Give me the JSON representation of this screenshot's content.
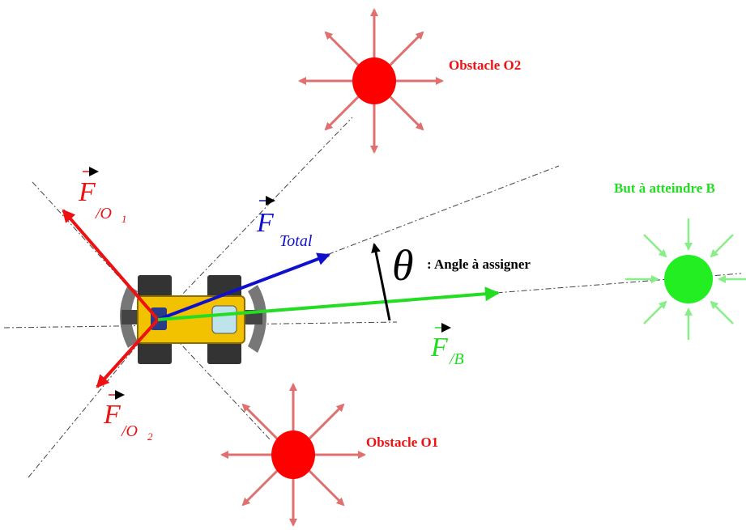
{
  "colors": {
    "obstacle": "#ff0000",
    "obstacle_rays": "#e07070",
    "goal": "#22ee22",
    "goal_rays": "#88ee88",
    "force_obstacle": "#ee1111",
    "force_total": "#1010cc",
    "force_goal": "#22dd22",
    "robot_body": "#f2c200",
    "robot_wheel": "#333333",
    "robot_bumper": "#777777",
    "robot_window": "#bfe3ea",
    "dashed_line": "#444444",
    "text_dark": "#000000"
  },
  "labels": {
    "obstacle_o2": "Obstacle O2",
    "obstacle_o1": "Obstacle O1",
    "goal": "But à atteindre B",
    "angle_symbol": "θ",
    "angle_text": ": Angle à assigner"
  },
  "vectors": {
    "f_o1": {
      "name": "F",
      "sub": "/O",
      "subsub": "1"
    },
    "f_o2": {
      "name": "F",
      "sub": "/O",
      "subsub": "2"
    },
    "f_total": {
      "name": "F",
      "sub": "Total"
    },
    "f_b": {
      "name": "F",
      "sub": "/B"
    }
  },
  "icons": {
    "obstacle": "repulsive-point-icon",
    "goal": "attractive-point-icon",
    "robot": "mobile-robot-icon"
  }
}
